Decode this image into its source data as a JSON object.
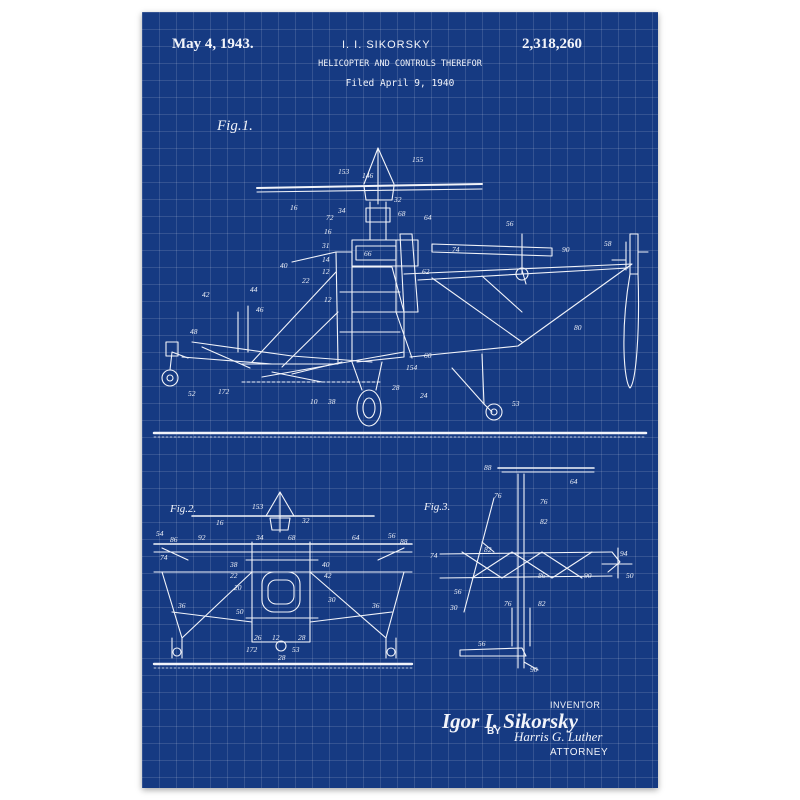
{
  "header": {
    "date": "May 4, 1943.",
    "inventor": "I. I. SIKORSKY",
    "patent_number": "2,318,260",
    "title": "HELICOPTER AND CONTROLS THEREFOR",
    "filed": "Filed April 9, 1940"
  },
  "figures": [
    {
      "label": "Fig.1."
    },
    {
      "label": "Fig.2."
    },
    {
      "label": "Fig.3."
    }
  ],
  "fig1_refs": [
    "155",
    "153",
    "146",
    "32",
    "16",
    "34",
    "68",
    "64",
    "72",
    "56",
    "90",
    "58",
    "74",
    "16",
    "31",
    "66",
    "62",
    "14",
    "40",
    "12",
    "22",
    "44",
    "42",
    "12",
    "46",
    "80",
    "48",
    "60",
    "154",
    "52",
    "172",
    "28",
    "24",
    "53",
    "10",
    "38"
  ],
  "fig2_refs": [
    "153",
    "32",
    "16",
    "54",
    "86",
    "92",
    "34",
    "68",
    "64",
    "56",
    "88",
    "74",
    "38",
    "40",
    "22",
    "42",
    "36",
    "20",
    "30",
    "36",
    "50",
    "26",
    "12",
    "28",
    "53",
    "172",
    "28"
  ],
  "fig3_refs": [
    "88",
    "64",
    "76",
    "76",
    "82",
    "82",
    "74",
    "56",
    "86",
    "94",
    "90",
    "50",
    "30",
    "76",
    "82",
    "56",
    "90"
  ],
  "signature": {
    "inventor_label": "INVENTOR",
    "inventor_signature": "Igor I. Sikorsky",
    "by_label": "BY",
    "attorney_signature": "Harris G. Luther",
    "attorney_label": "ATTORNEY"
  },
  "colors": {
    "background": "#163a82",
    "ink": "#f2f4fa",
    "grid": "rgba(255,255,255,0.13)"
  }
}
